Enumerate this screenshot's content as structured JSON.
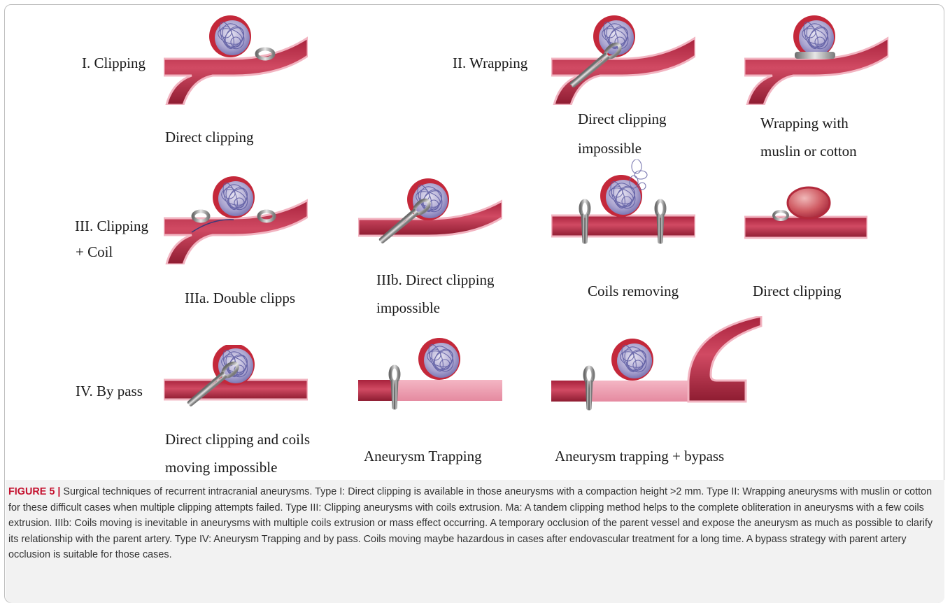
{
  "labels": {
    "clipping_type": "I. Clipping",
    "wrapping_type": "II. Wrapping",
    "clipping_coil_type_line1": "III. Clipping",
    "clipping_coil_type_line2": "+ Coil",
    "bypass_type": "IV. By pass",
    "direct_clipping_1": "Direct clipping",
    "direct_clipping_impossible_line1": "Direct clipping",
    "direct_clipping_impossible_line2": "impossible",
    "wrapping_muslin_line1": "Wrapping with",
    "wrapping_muslin_line2": "muslin or cotton",
    "double_clipps": "IIIa. Double clipps",
    "iiib_line1": "IIIb. Direct clipping",
    "iiib_line2": "impossible",
    "coils_removing": "Coils removing",
    "direct_clipping_2": "Direct clipping",
    "coils_moving_impossible_line1": "Direct clipping and coils",
    "coils_moving_impossible_line2": "moving impossible",
    "aneurysm_trapping": "Aneurysm Trapping",
    "aneurysm_trapping_bypass": "Aneurysm trapping + bypass"
  },
  "caption": {
    "label": "FIGURE 5 |",
    "text": " Surgical techniques of recurrent intracranial aneurysms. Type I: Direct clipping is available in those aneurysms with a compaction height >2 mm. Type II: Wrapping aneurysms with muslin or cotton for these difficult cases when multiple clipping attempts failed. Type III: Clipping aneurysms with coils extrusion. Ma: A tandem clipping method helps to the complete obliteration in aneurysms with a few coils extrusion. IIIb: Coils moving is inevitable in aneurysms with multiple coils extrusion or mass effect occurring. A temporary occlusion of the parent vessel and expose the aneurysm as much as possible to clarify its relationship with the parent artery. Type IV: Aneurysm Trapping and by pass. Coils moving maybe hazardous in cases after endovascular treatment for a long time. A bypass strategy with parent artery occlusion is suitable for those cases."
  },
  "colors": {
    "vessel": "#c23a52",
    "vessel_dark": "#8e1c31",
    "vessel_light": "#f0b6c2",
    "pale_vessel": "#e78aa0",
    "sac_outer": "#c9293a",
    "sac_inner": "#b9b3d6",
    "coil": "#5b5aa1",
    "clip": "#8d8d8d",
    "caption_label": "#c4122f",
    "caption_bg": "#f2f2f2"
  }
}
